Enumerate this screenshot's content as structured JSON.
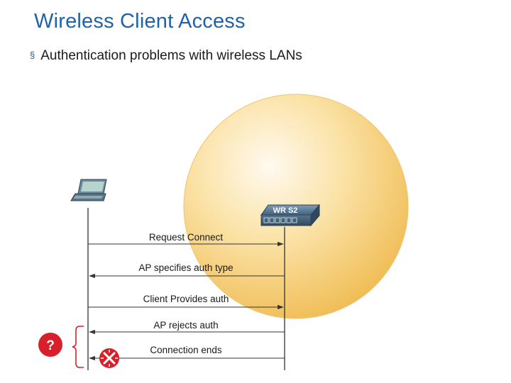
{
  "title": "Wireless Client Access",
  "bullet": {
    "marker": "§",
    "text": "Authentication problems with wireless LANs"
  },
  "diagram": {
    "access_point_label": "WR S2",
    "messages": [
      {
        "text": "Request Connect",
        "direction": "client-to-ap"
      },
      {
        "text": "AP specifies auth type",
        "direction": "ap-to-client"
      },
      {
        "text": "Client Provides auth",
        "direction": "client-to-ap"
      },
      {
        "text": "AP rejects auth",
        "direction": "ap-to-client"
      },
      {
        "text": "Connection ends",
        "direction": "ap-to-client"
      }
    ],
    "question_marker": "?",
    "icons": {
      "client": "laptop-icon",
      "ap": "wireless-router-icon",
      "coverage": "wireless-coverage-area",
      "failure": "connection-failed-icon",
      "problem": "question-icon"
    },
    "colors": {
      "title": "#1f63a6",
      "coverage_light": "#fdf2d4",
      "coverage_dark": "#f2c35e",
      "problem_red": "#d7202a",
      "arrow": "#333333"
    }
  }
}
